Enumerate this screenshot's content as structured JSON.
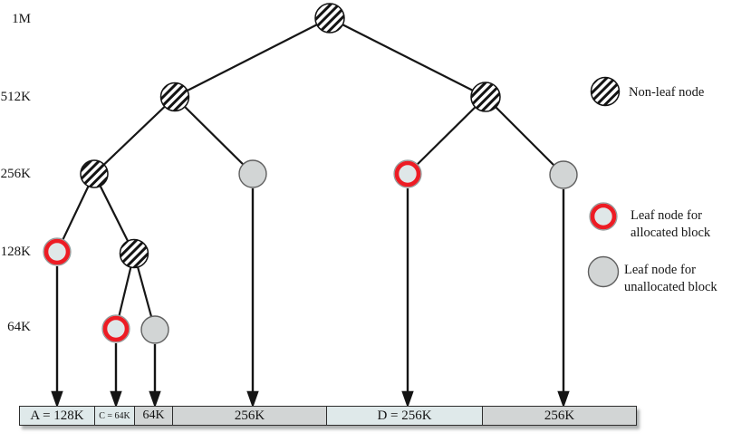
{
  "figure": {
    "description": "Buddy-system binary tree for a 1M block with allocation state and resulting memory map",
    "axis": {
      "labels": [
        "1M",
        "512K",
        "256K",
        "128K",
        "64K"
      ]
    },
    "tree": {
      "nodes": [
        {
          "id": "root",
          "level": "1M",
          "type": "non-leaf"
        },
        {
          "id": "left-512k",
          "level": "512K",
          "type": "non-leaf"
        },
        {
          "id": "right-512k",
          "level": "512K",
          "type": "non-leaf"
        },
        {
          "id": "left-256k",
          "level": "256K",
          "type": "non-leaf"
        },
        {
          "id": "mid-256k",
          "level": "256K",
          "type": "unallocated-leaf"
        },
        {
          "id": "d-256k",
          "level": "256K",
          "type": "allocated-leaf"
        },
        {
          "id": "right-256k",
          "level": "256K",
          "type": "unallocated-leaf"
        },
        {
          "id": "a-128k",
          "level": "128K",
          "type": "allocated-leaf"
        },
        {
          "id": "mid-128k",
          "level": "128K",
          "type": "non-leaf"
        },
        {
          "id": "c-64k",
          "level": "64K",
          "type": "allocated-leaf"
        },
        {
          "id": "free-64k",
          "level": "64K",
          "type": "unallocated-leaf"
        }
      ]
    },
    "memory_bar": {
      "segments": [
        {
          "label": "A = 128K",
          "allocated": true
        },
        {
          "label": "C = 64K",
          "allocated": true
        },
        {
          "label": "64K",
          "allocated": false
        },
        {
          "label": "256K",
          "allocated": false
        },
        {
          "label": "D = 256K",
          "allocated": true
        },
        {
          "label": "256K",
          "allocated": false
        }
      ]
    },
    "legend": {
      "non_leaf": {
        "label": "Non-leaf node"
      },
      "allocated": {
        "line1": "Leaf node for",
        "line2": "allocated block"
      },
      "unallocated": {
        "line1": "Leaf node for",
        "line2": "unallocated block"
      }
    },
    "colors": {
      "line": "#161616",
      "allocated_ring": "#ed1c24",
      "allocated_node_fill": "#dfe7e8",
      "unallocated_node_fill": "#d2d5d5",
      "bar_allocated_fill": "#dfe9ea",
      "bar_unallocated_fill": "#d2d5d5"
    }
  }
}
